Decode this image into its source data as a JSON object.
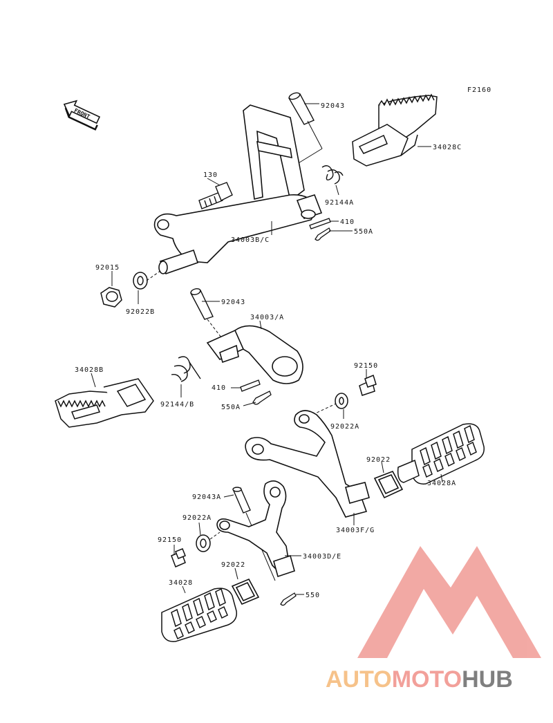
{
  "figure_code": "F2160",
  "front_label": "FRONT",
  "parts": [
    {
      "id": "p-92043-top",
      "label": "92043"
    },
    {
      "id": "p-34028C",
      "label": "34028C"
    },
    {
      "id": "p-130",
      "label": "130"
    },
    {
      "id": "p-92144A",
      "label": "92144A"
    },
    {
      "id": "p-410-top",
      "label": "410"
    },
    {
      "id": "p-550A-top",
      "label": "550A"
    },
    {
      "id": "p-34003BC",
      "label": "34003B/C"
    },
    {
      "id": "p-92015",
      "label": "92015"
    },
    {
      "id": "p-92022B",
      "label": "92022B"
    },
    {
      "id": "p-92043-mid",
      "label": "92043"
    },
    {
      "id": "p-34003A",
      "label": "34003/A"
    },
    {
      "id": "p-34028B",
      "label": "34028B"
    },
    {
      "id": "p-92150-right",
      "label": "92150"
    },
    {
      "id": "p-410-mid",
      "label": "410"
    },
    {
      "id": "p-92144B",
      "label": "92144/B"
    },
    {
      "id": "p-550A-mid",
      "label": "550A"
    },
    {
      "id": "p-92022A",
      "label": "92022A"
    },
    {
      "id": "p-92022-right",
      "label": "92022"
    },
    {
      "id": "p-34028A",
      "label": "34028A"
    },
    {
      "id": "p-92043A",
      "label": "92043A"
    },
    {
      "id": "p-34003FG",
      "label": "34003F/G"
    },
    {
      "id": "p-92022A-left",
      "label": "92022A"
    },
    {
      "id": "p-92150-left",
      "label": "92150"
    },
    {
      "id": "p-34003DE",
      "label": "34003D/E"
    },
    {
      "id": "p-92022-lower",
      "label": "92022"
    },
    {
      "id": "p-34028",
      "label": "34028"
    },
    {
      "id": "p-550",
      "label": "550"
    }
  ],
  "watermark": {
    "brand_part1": "AUTO",
    "brand_part2": "MOTO",
    "brand_part3": "HUB",
    "color_part1": "#f6c28a",
    "color_part2": "#f2a09a",
    "color_part3": "#7f7f7f",
    "logo_color": "#f2a5a0"
  }
}
